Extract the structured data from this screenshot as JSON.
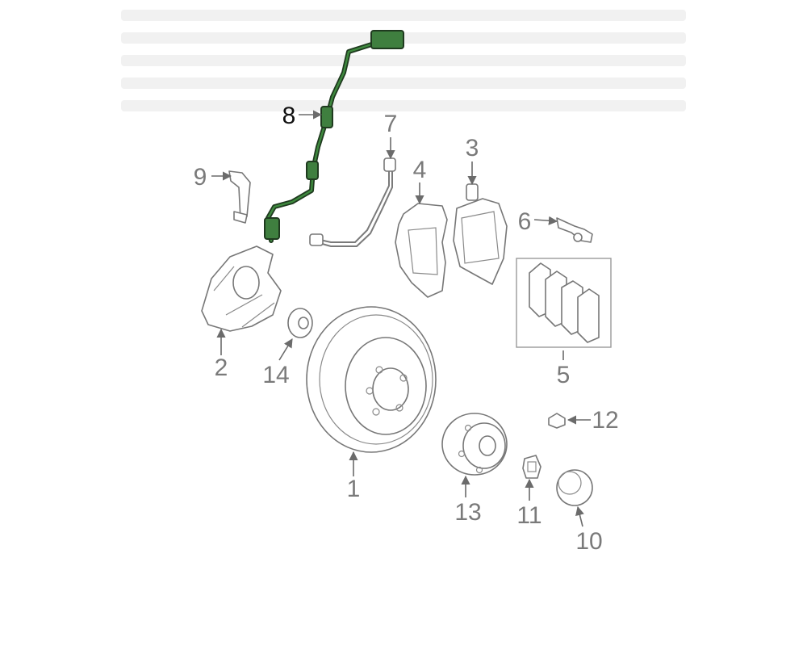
{
  "callouts": {
    "c1": "1",
    "c2": "2",
    "c3": "3",
    "c4": "4",
    "c5": "5",
    "c6": "6",
    "c7": "7",
    "c8": "8",
    "c9": "9",
    "c10": "10",
    "c11": "11",
    "c12": "12",
    "c13": "13",
    "c14": "14"
  },
  "highlight_color": "#3f7f3f",
  "line_color": "#777777"
}
